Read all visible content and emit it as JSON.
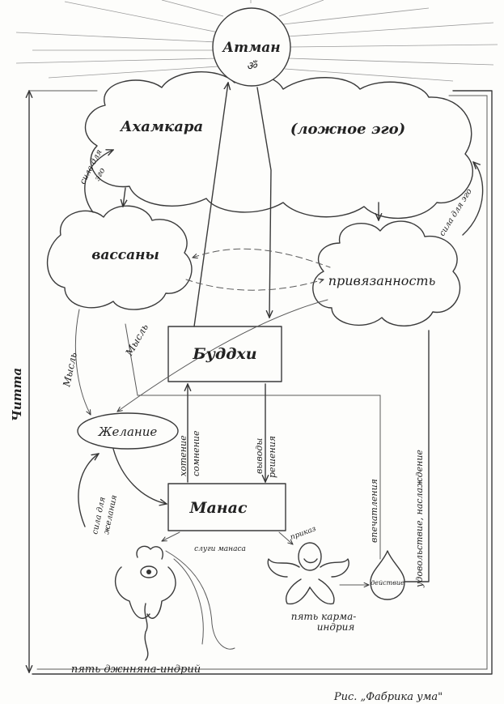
{
  "nodes": {
    "atman": "Атман",
    "om": "ॐ",
    "ahamkara": "Ахамкара",
    "false_ego": "(ложное эго)",
    "vasany": "вассаны",
    "privyazannost": "привязанность",
    "buddhi": "Буддхи",
    "zhelanie": "Желание",
    "manas": "Манас",
    "deystvie": "действие"
  },
  "labels": {
    "sila_dlya_ego_left_1": "сила для",
    "sila_dlya_ego_left_2": "эго",
    "sila_dlya_ego_right": "сила для эго",
    "mysl_left": "Мысль",
    "mysl_inner": "Мысль",
    "chitta": "Читта",
    "hotenie": "хотение",
    "somnenie": "сомнение",
    "vyvody": "выводы",
    "resheniya": "решения",
    "vpechatleniya": "впечатления",
    "udovolstvie": "удовольствие, наслаждение",
    "sila_dlya_zhelaniya_1": "сила для",
    "sila_dlya_zhelaniya_2": "желания",
    "slugi_manasa": "слуги манаса",
    "prikaz": "приказ",
    "pyat_karma_1": "пять карма-",
    "pyat_karma_2": "индрия",
    "pyat_dzhnyana": "пять джнняна-индрий",
    "caption": "Рис. „Фабрика ума\""
  }
}
